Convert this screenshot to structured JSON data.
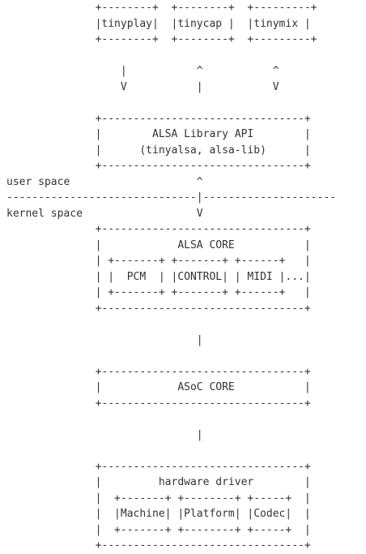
{
  "diagram": {
    "lines": [
      "              +--------+  +--------+  +---------+",
      "              |tinyplay|  |tinycap |  |tinymix |",
      "              +--------+  +--------+  +---------+",
      "",
      "                  |           ^           ^",
      "                  V           |           V",
      "",
      "              +--------------------------------+",
      "              |        ALSA Library API        |",
      "              |      (tinyalsa, alsa-lib)      |",
      "              +--------------------------------+",
      "user space                    ^",
      "------------------------------|---------------------",
      "kernel space                  V",
      "              +--------------------------------+",
      "              |            ALSA CORE           |",
      "              | +-------+ +-------+ +------+   |",
      "              | |  PCM  | |CONTROL| | MIDI |...|",
      "              | +-------+ +-------+ +------+   |",
      "              +--------------------------------+",
      "",
      "                              |",
      "",
      "              +--------------------------------+",
      "              |            ASoC CORE           |",
      "              +--------------------------------+",
      "",
      "                              |",
      "",
      "              +--------------------------------+",
      "              |         hardware driver        |",
      "              |  +-------+ +--------+ +-----+  |",
      "              |  |Machine| |Platform| |Codec|  |",
      "              |  +-------+ +--------+ +-----+  |",
      "              +--------------------------------+"
    ]
  }
}
